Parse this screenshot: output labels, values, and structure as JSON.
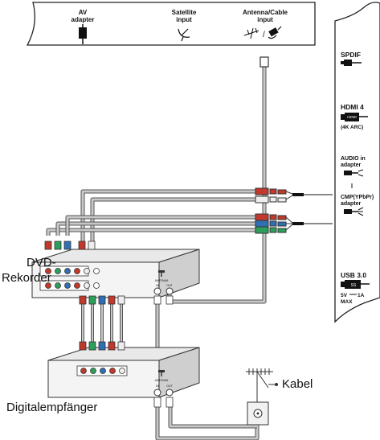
{
  "tv_top_panel": {
    "av_adapter": [
      "AV",
      "adapter"
    ],
    "satellite_input": [
      "Satellite",
      "input"
    ],
    "antenna_cable_input": [
      "Antenna/Cable",
      "input"
    ],
    "antenna_cable_separator": "/"
  },
  "tv_side_panel": {
    "spdif": "SPDIF",
    "hdmi4": "HDMI 4",
    "hdmi_plug": "HDMI",
    "hdmi4_sub": "(4K ARC)",
    "audio_in_adapter": [
      "AUDIO in",
      "adapter"
    ],
    "cmp_adapter": [
      "CMP(YPbPr)",
      "adapter"
    ],
    "usb30": "USB 3.0",
    "usb_plug": "SS",
    "usb_power": [
      "5V",
      "1A",
      "MAX"
    ]
  },
  "devices": {
    "dvd_recorder": [
      "DVD-",
      "Rekorder"
    ],
    "digital_receiver": "Digitalempfänger",
    "antenna_label": "Kabel",
    "device_antenna_label": "ANTENNA",
    "port_in": "IN",
    "port_out": "OUT"
  },
  "colors": {
    "cable_gray": "#c8c8c8",
    "cable_outline": "#555555",
    "red_plug": "#c0392b",
    "green_plug": "#2e9e5b",
    "blue_plug": "#2f6fb3",
    "white_plug": "#eeeeee"
  }
}
